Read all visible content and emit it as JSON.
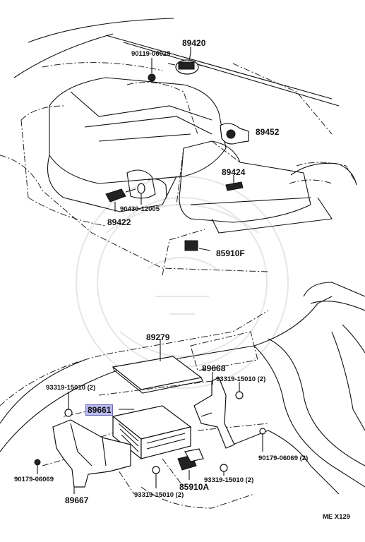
{
  "diagram_code": "ME X129",
  "highlight_color": "#b9b9ee",
  "parts": {
    "p89420": "89420",
    "p90119_06029": "90119-06029",
    "p89452": "89452",
    "p89424": "89424",
    "p90430_12005": "90430-12005",
    "p89422": "89422",
    "p85910F": "85910F",
    "p89279": "89279",
    "p89668": "89668",
    "p93319_15010_right": "93319-15010 (2)",
    "p93319_15010_left": "93319-15010 (2)",
    "p89661": "89661",
    "p90179_06069_right": "90179-06069 (2)",
    "p90179_06069_left": "90179-06069",
    "p89667": "89667",
    "p85910A": "85910A",
    "p93319_15010_lower_right": "93319-15010 (2)",
    "p93319_15010_bottom": "93319-15010 (2)"
  }
}
